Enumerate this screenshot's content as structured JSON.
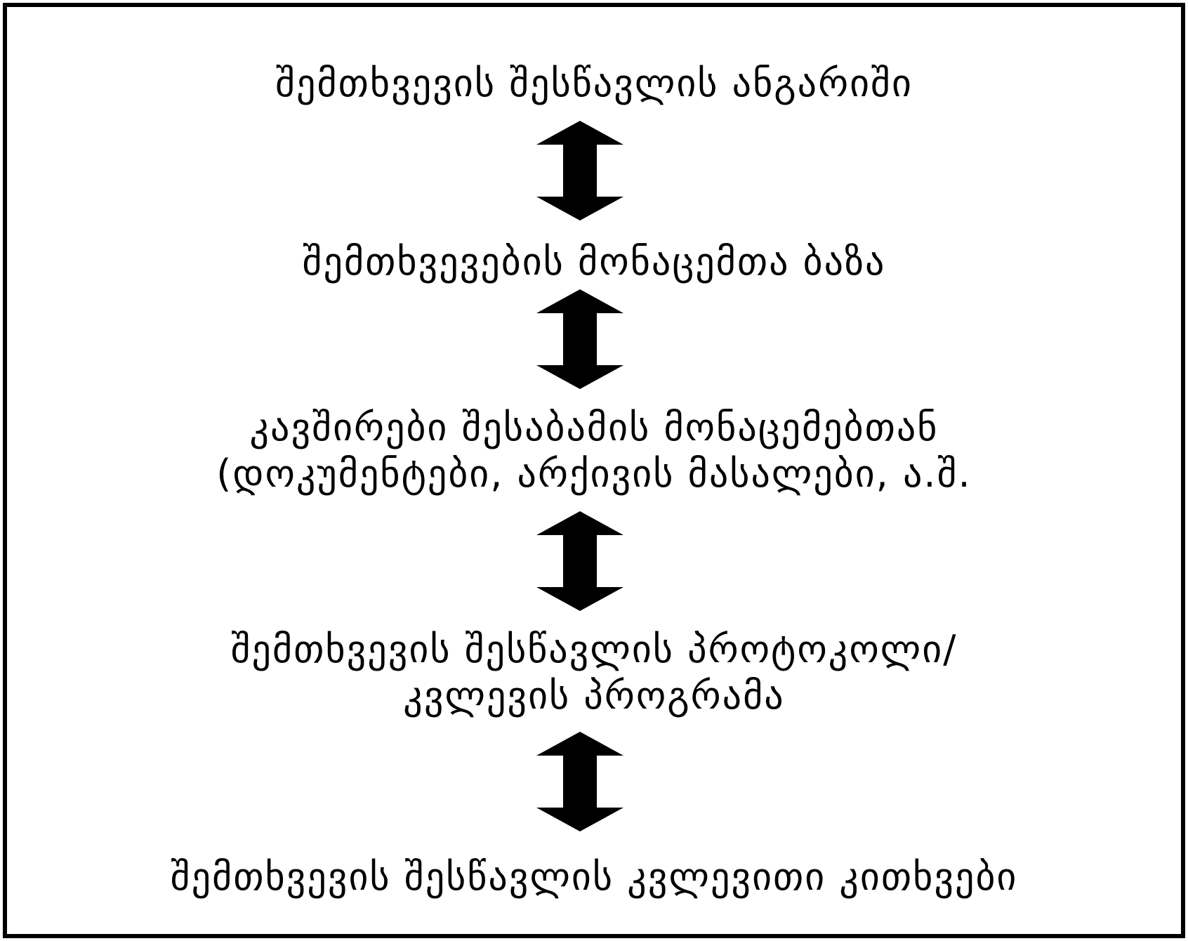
{
  "diagram": {
    "steps": [
      {
        "lines": [
          "შემთხვევის შესწავლის ანგარიში"
        ]
      },
      {
        "lines": [
          "შემთხვევების მონაცემთა ბაზა"
        ]
      },
      {
        "lines": [
          "კავშირები შესაბამის მონაცემებთან",
          "(დოკუმენტები, არქივის მასალები, ა.შ."
        ]
      },
      {
        "lines": [
          "შემთხვევის შესწავლის პროტოკოლი/",
          "კვლევის პროგრამა"
        ]
      },
      {
        "lines": [
          "შემთხვევის შესწავლის კვლევითი კითხვები"
        ]
      }
    ],
    "arrows": [
      {
        "icon": "double-arrow-vertical-icon"
      },
      {
        "icon": "double-arrow-vertical-icon"
      },
      {
        "icon": "double-arrow-vertical-icon"
      },
      {
        "icon": "double-arrow-vertical-icon"
      }
    ],
    "colors": {
      "ink": "#000000",
      "background": "#ffffff"
    }
  }
}
